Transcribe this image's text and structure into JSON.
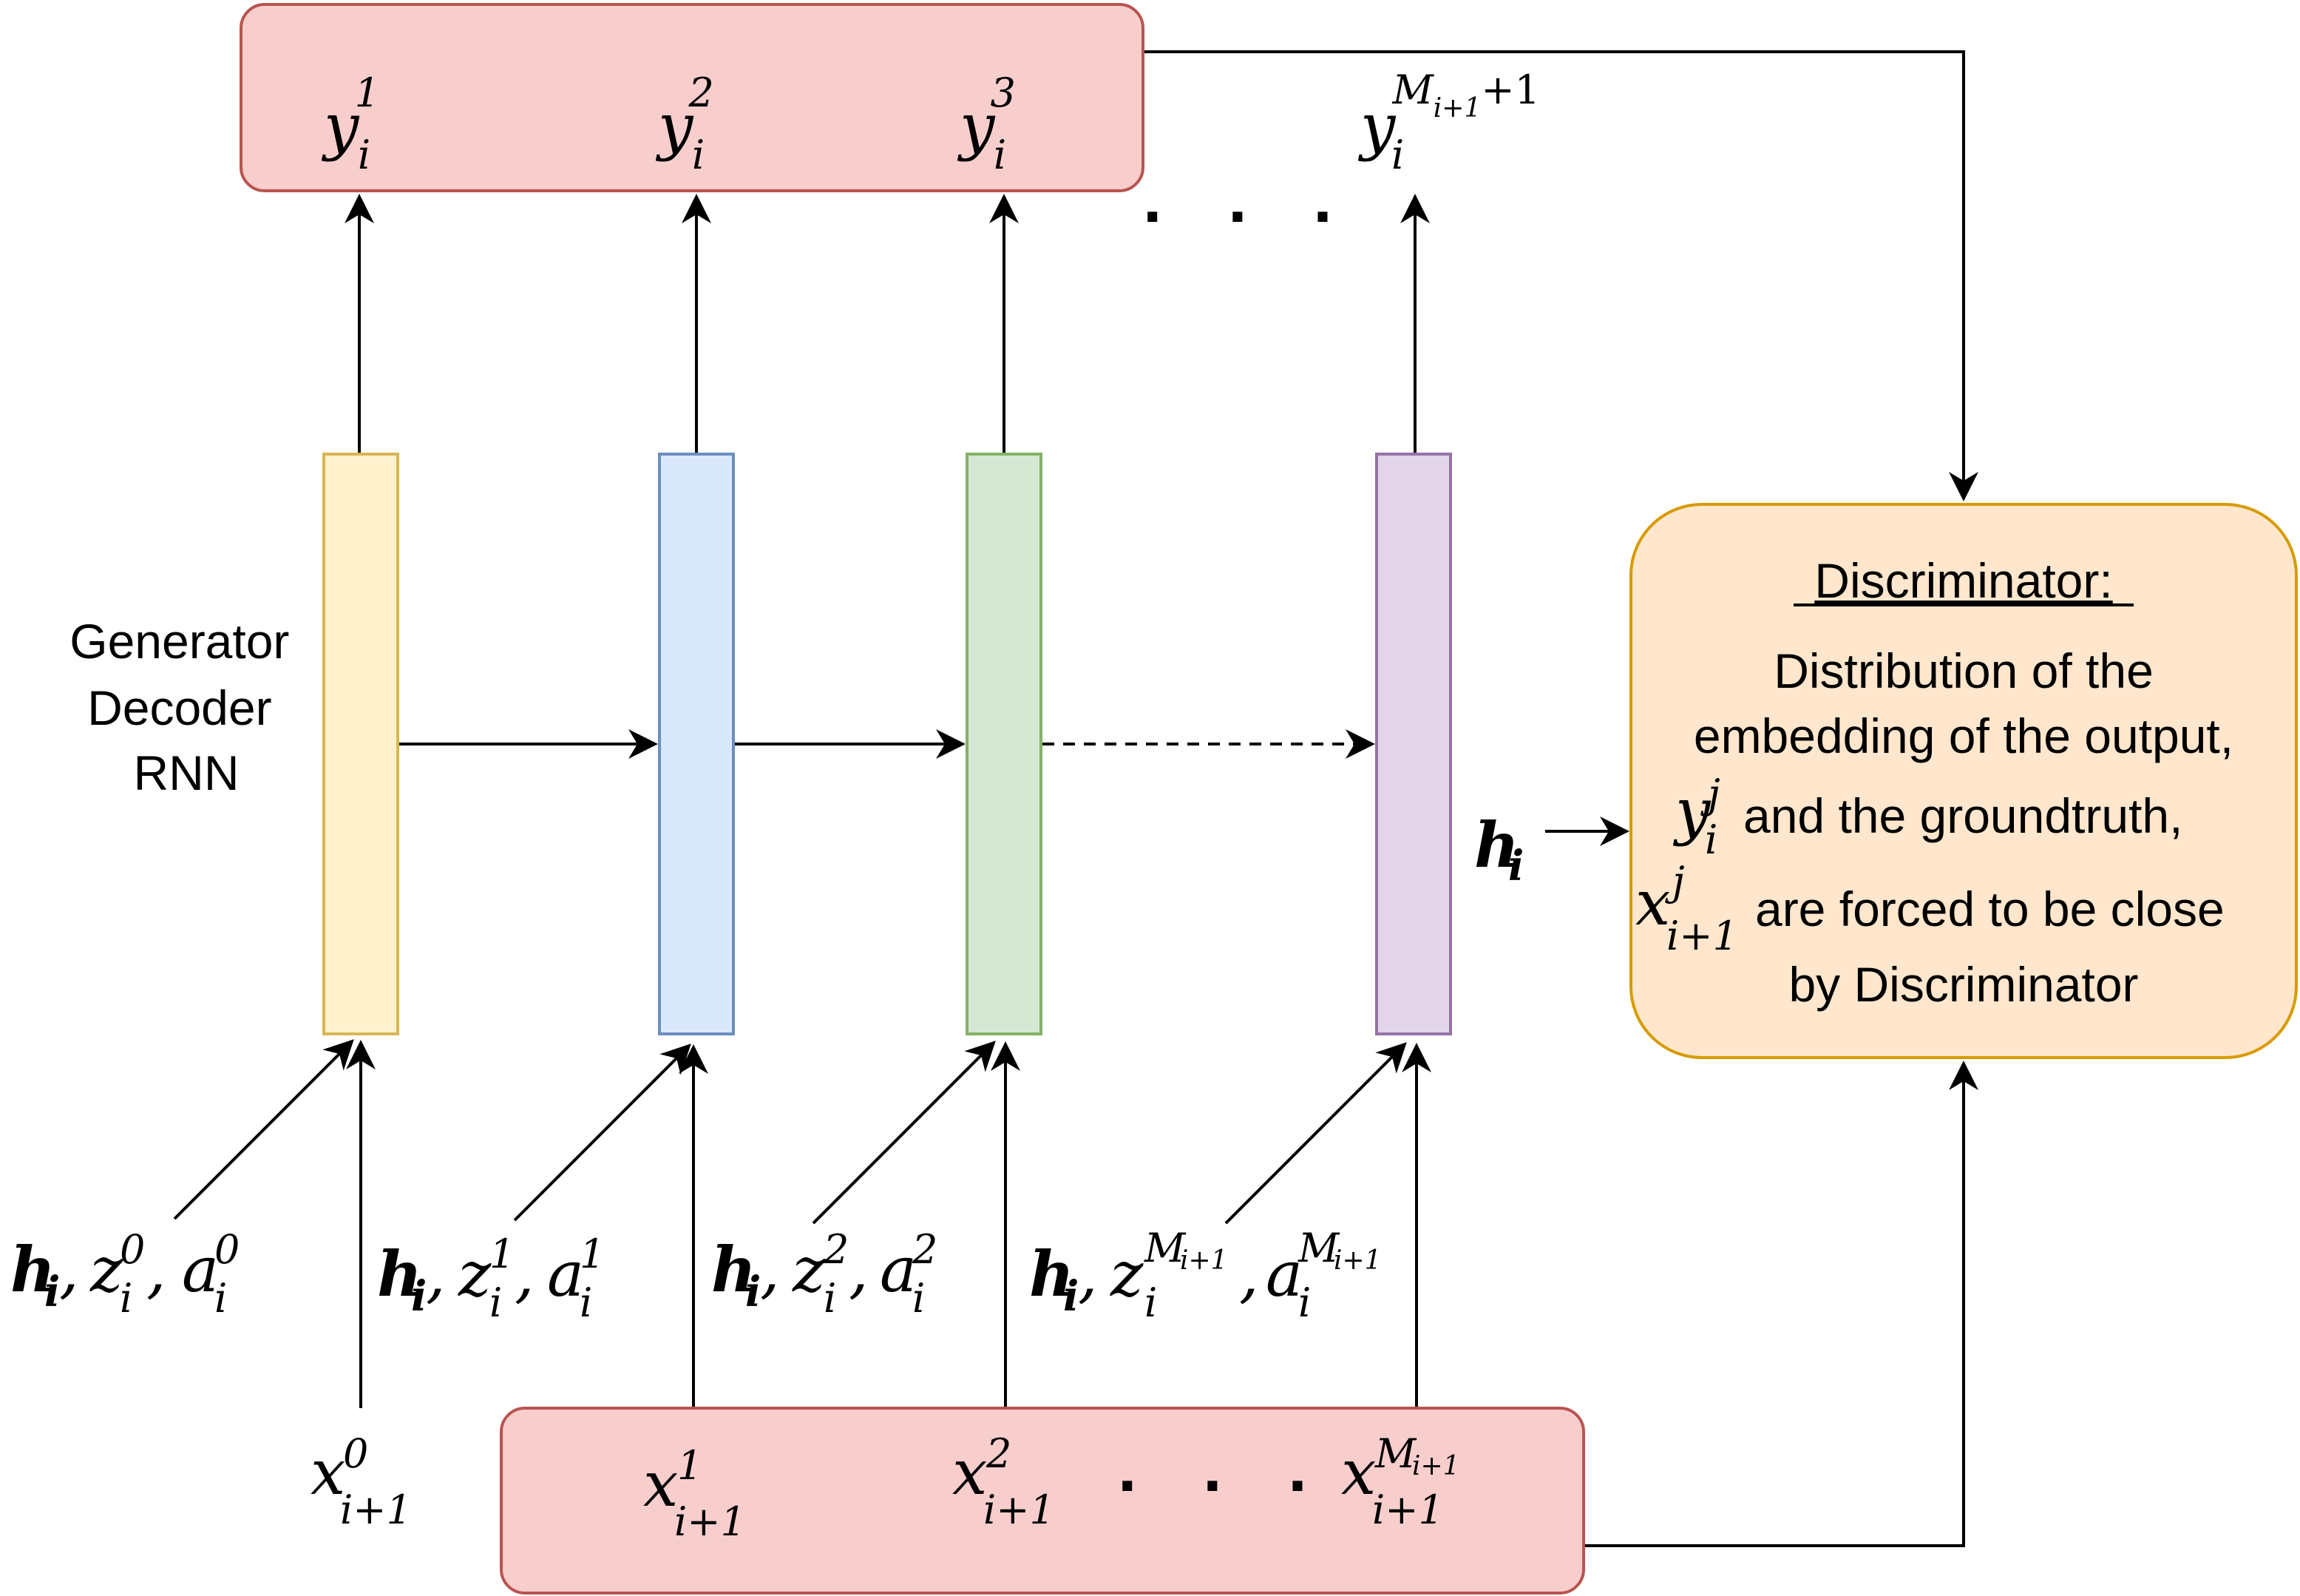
{
  "colors": {
    "output_box_fill": "#f8cecc",
    "output_box_stroke": "#b85450",
    "input_box_fill": "#f8cecc",
    "input_box_stroke": "#b85450",
    "cell1_fill": "#fff2cc",
    "cell1_stroke": "#d6b656",
    "cell2_fill": "#dae8fc",
    "cell2_stroke": "#6c8ebf",
    "cell3_fill": "#d5e8d4",
    "cell3_stroke": "#82b366",
    "cell4_fill": "#e1d5e7",
    "cell4_stroke": "#9673a6",
    "disc_fill": "#ffe6cc",
    "disc_stroke": "#d79b00"
  },
  "generator_label": [
    "Generator",
    "Decoder",
    "RNN"
  ],
  "outputs": {
    "base": "y",
    "sub": "i",
    "sups": [
      "1",
      "2",
      "3"
    ],
    "last_sup_base": "M",
    "last_sup_sub": "i+1",
    "last_sup_tail": "+1",
    "ellipsis": ". . ."
  },
  "inputs": {
    "base": "x",
    "sub": "i+1",
    "sups": [
      "0",
      "1",
      "2"
    ],
    "last_sup_base": "M",
    "last_sup_sub": "i+1",
    "ellipsis": ". . ."
  },
  "conditions": {
    "h": "h",
    "h_sub": "i",
    "z": "z",
    "a": "a",
    "sub": "i",
    "comma": ",",
    "sups": [
      "0",
      "1",
      "2"
    ],
    "last_sup_base": "M",
    "last_sup_sub": "i+1"
  },
  "hidden_label": {
    "h": "h",
    "sub": "i"
  },
  "discriminator": {
    "title": "Discriminator:",
    "line1": "Distribution of the",
    "line2": "embedding of the output,",
    "line3_text": "and the groundtruth,",
    "line4_text": "are forced to be close",
    "line5": "by Discriminator",
    "y_base": "y",
    "y_sup": "j",
    "y_sub": "i",
    "x_base": "x",
    "x_sup": "j",
    "x_sub": "i+1"
  }
}
